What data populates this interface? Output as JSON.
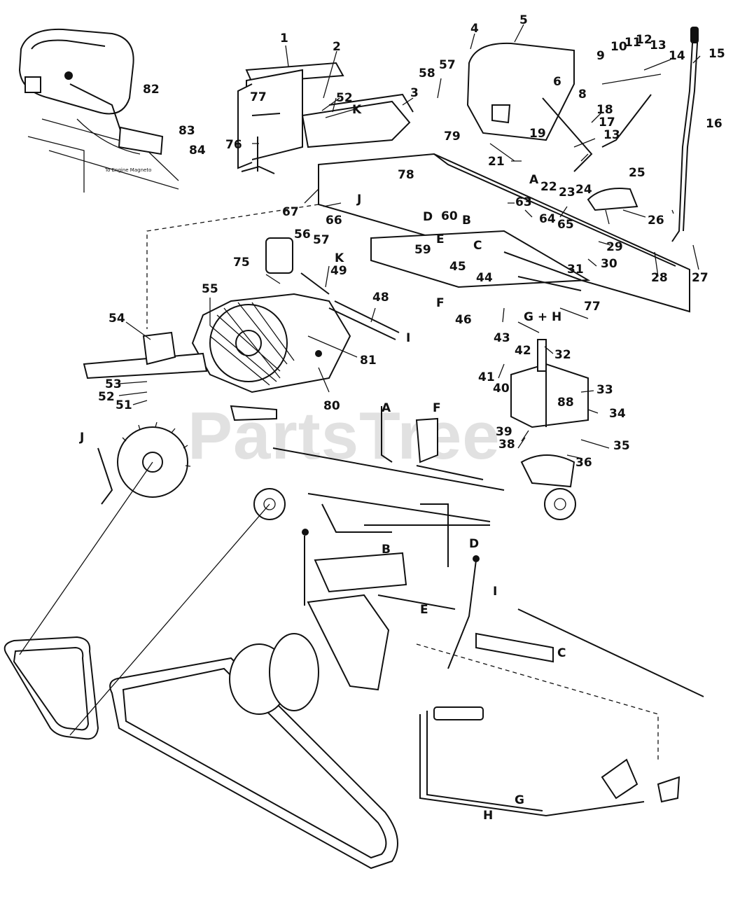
{
  "watermark": "PartsTree",
  "engine_note": "To Engine Magneto",
  "part_callouts": [
    "1",
    "2",
    "3",
    "4",
    "5",
    "6",
    "8",
    "9",
    "10",
    "11",
    "12",
    "13",
    "13",
    "14",
    "15",
    "16",
    "17",
    "18",
    "19",
    "21",
    "22",
    "23",
    "24",
    "25",
    "26",
    "27",
    "28",
    "29",
    "30",
    "31",
    "32",
    "33",
    "34",
    "35",
    "36",
    "38",
    "39",
    "40",
    "41",
    "42",
    "43",
    "44",
    "45",
    "46",
    "48",
    "49",
    "51",
    "52",
    "52",
    "53",
    "54",
    "55",
    "56",
    "57",
    "57",
    "58",
    "59",
    "60",
    "63",
    "64",
    "65",
    "66",
    "67",
    "75",
    "76",
    "77",
    "77",
    "78",
    "79",
    "80",
    "81",
    "82",
    "83",
    "84",
    "88"
  ],
  "connection_letters": [
    "A",
    "A",
    "B",
    "B",
    "C",
    "C",
    "D",
    "D",
    "E",
    "E",
    "F",
    "F",
    "G",
    "G + H",
    "H",
    "I",
    "I",
    "J",
    "J",
    "K",
    "K"
  ],
  "colors": {
    "ink": "#111111",
    "paper": "#ffffff",
    "watermark": "#c9c9c9"
  }
}
